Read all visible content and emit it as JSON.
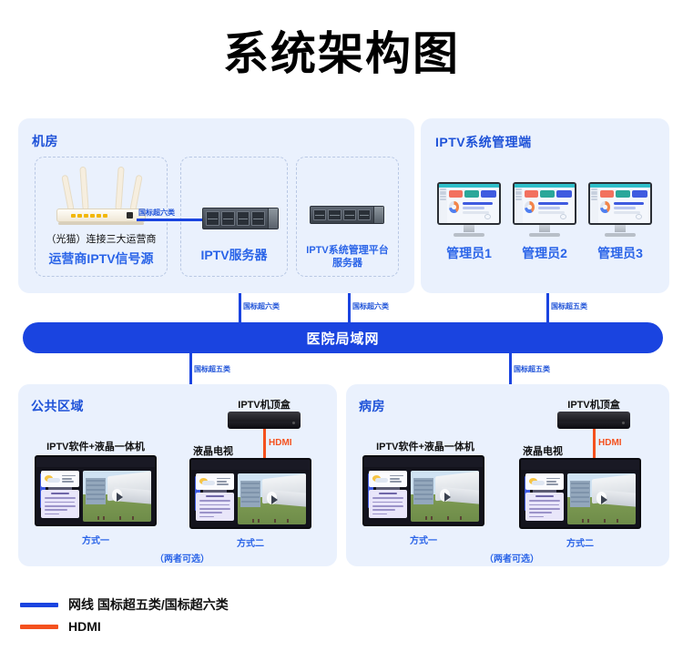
{
  "title": "系统架构图",
  "machine_room": {
    "panel_title": "机房",
    "signal_source": {
      "sub_caption": "（光猫）连接三大运营商",
      "label": "运营商IPTV信号源"
    },
    "iptv_server": {
      "label": "IPTV服务器"
    },
    "platform_server": {
      "label_line1": "IPTV系统管理平台",
      "label_line2": "服务器"
    },
    "link_router_to_server": "国标超六类"
  },
  "admin_side": {
    "panel_title": "IPTV系统管理端",
    "admins": [
      {
        "label": "管理员1"
      },
      {
        "label": "管理员2"
      },
      {
        "label": "管理员3"
      }
    ]
  },
  "lan": {
    "label": "医院局域网",
    "uplinks": [
      {
        "label": "国标超六类"
      },
      {
        "label": "国标超六类"
      },
      {
        "label": "国标超五类"
      }
    ],
    "downlinks": [
      {
        "label": "国标超五类"
      },
      {
        "label": "国标超五类"
      }
    ]
  },
  "public_area": {
    "panel_title": "公共区域",
    "option_one": {
      "device_label": "IPTV软件+液晶一体机",
      "method": "方式一"
    },
    "option_two": {
      "stb_label": "IPTV机顶盒",
      "tv_label": "液晶电视",
      "cable": "HDMI",
      "method": "方式二"
    },
    "note": "（两者可选）"
  },
  "ward": {
    "panel_title": "病房",
    "option_one": {
      "device_label": "IPTV软件+液晶一体机",
      "method": "方式一"
    },
    "option_two": {
      "stb_label": "IPTV机顶盒",
      "tv_label": "液晶电视",
      "cable": "HDMI",
      "method": "方式二"
    },
    "note": "（两者可选）"
  },
  "legend": {
    "items": [
      {
        "label": "网线 国标超五类/国标超六类",
        "color": "#1a44e0",
        "icon": "line-blue"
      },
      {
        "label": "HDMI",
        "color": "#f4511e",
        "icon": "line-orange"
      }
    ]
  },
  "colors": {
    "accent_blue": "#1a44e0",
    "text_blue": "#2a64e8",
    "panel_bg": "#eaf1fd",
    "hdmi_orange": "#f4511e"
  }
}
